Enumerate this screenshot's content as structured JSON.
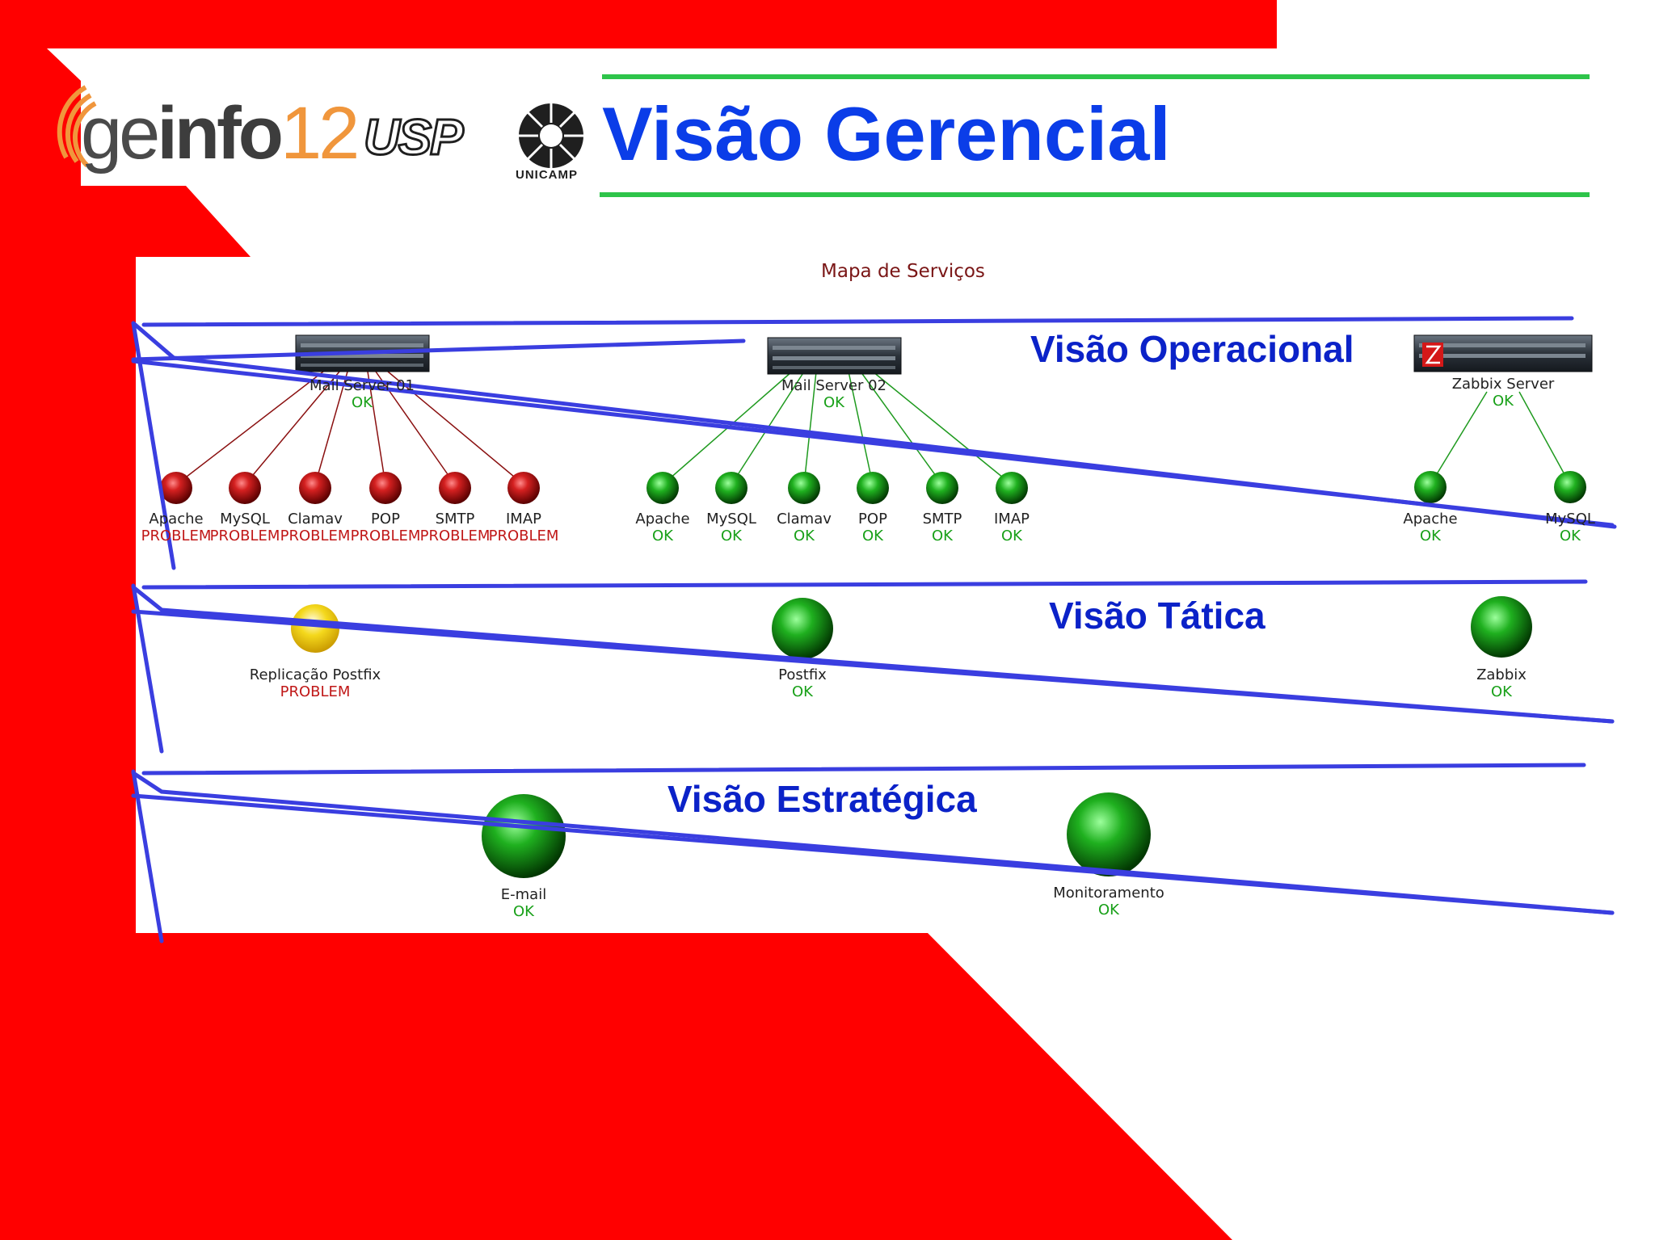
{
  "header": {
    "logo_geinfo": {
      "ge": "ge",
      "info": "info",
      "num": "12"
    },
    "logo_usp": "USP",
    "logo_unicamp": "UNICAMP",
    "title": "Visão Gerencial"
  },
  "map": {
    "title": "Mapa de Serviços",
    "views": {
      "operational": "Visão Operacional",
      "tactical": "Visão Tática",
      "strategic": "Visão Estratégica"
    },
    "servers": [
      {
        "name": "Mail Server 01",
        "status": "OK",
        "services": [
          {
            "name": "Apache",
            "status": "PROBLEM"
          },
          {
            "name": "MySQL",
            "status": "PROBLEM"
          },
          {
            "name": "Clamav",
            "status": "PROBLEM"
          },
          {
            "name": "POP",
            "status": "PROBLEM"
          },
          {
            "name": "SMTP",
            "status": "PROBLEM"
          },
          {
            "name": "IMAP",
            "status": "PROBLEM"
          }
        ]
      },
      {
        "name": "Mail Server 02",
        "status": "OK",
        "services": [
          {
            "name": "Apache",
            "status": "OK"
          },
          {
            "name": "MySQL",
            "status": "OK"
          },
          {
            "name": "Clamav",
            "status": "OK"
          },
          {
            "name": "POP",
            "status": "OK"
          },
          {
            "name": "SMTP",
            "status": "OK"
          },
          {
            "name": "IMAP",
            "status": "OK"
          }
        ]
      },
      {
        "name": "Zabbix Server",
        "status": "OK",
        "services": [
          {
            "name": "Apache",
            "status": "OK"
          },
          {
            "name": "MySQL",
            "status": "OK"
          }
        ]
      }
    ],
    "tactical": [
      {
        "name": "Replicação Postfix",
        "status": "PROBLEM"
      },
      {
        "name": "Postfix",
        "status": "OK"
      },
      {
        "name": "Zabbix",
        "status": "OK"
      }
    ],
    "strategic": [
      {
        "name": "E-mail",
        "status": "OK"
      },
      {
        "name": "Monitoramento",
        "status": "OK"
      }
    ]
  },
  "colors": {
    "background_red": "#ff0000",
    "title_blue": "#0b3de8",
    "rule_green": "#2ec44a",
    "annotation_blue": "#3a3ee0",
    "problem_red": "#c01818",
    "ok_green": "#18a018"
  }
}
